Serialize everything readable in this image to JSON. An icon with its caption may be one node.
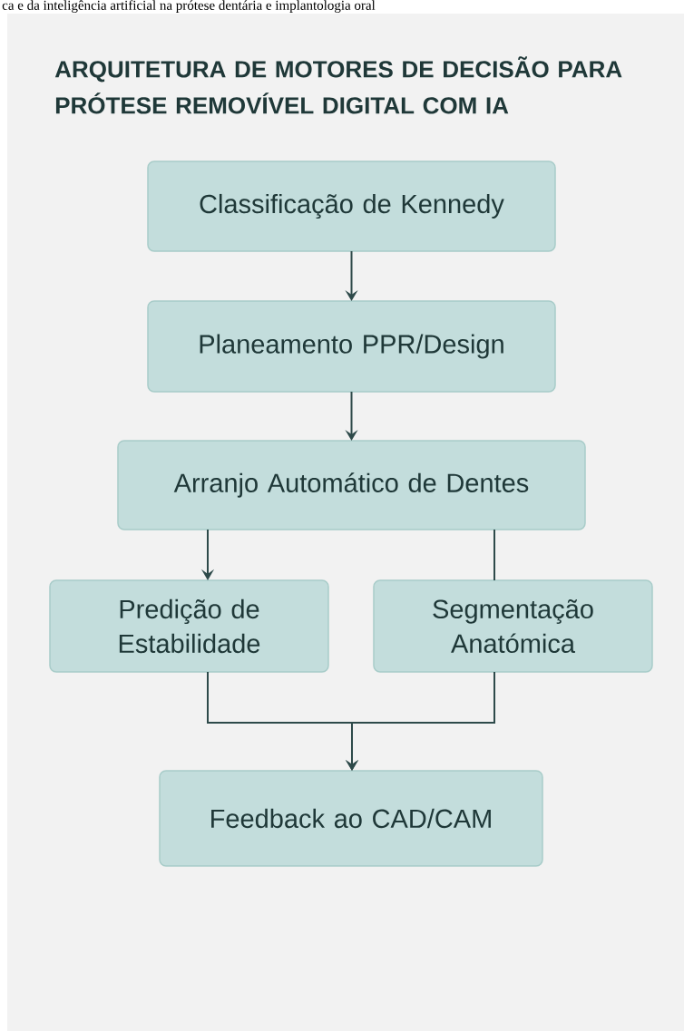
{
  "diagram": {
    "title": "ARQUITETURA DE MOTORES DE DECISÃO PARA PRÓTESE REMOVÍVEL DIGITAL COM IA",
    "nodes": [
      {
        "text": [
          "Classificação de Kennedy"
        ]
      },
      {
        "text": [
          "Planeamento PPR/Design"
        ]
      },
      {
        "text": [
          "Arranjo Automático de Dentes"
        ]
      },
      {
        "text": [
          "Predição de Estabilidade"
        ]
      },
      {
        "text": [
          "Segmentação Anatómica"
        ]
      },
      {
        "text": [
          "Feedback ao CAD/CAM"
        ]
      }
    ],
    "edges": [
      {
        "from": 0,
        "to": 1,
        "arrow": "to"
      },
      {
        "from": 1,
        "to": 2,
        "arrow": "to"
      },
      {
        "from": 2,
        "to": 3,
        "arrow": "to"
      },
      {
        "from": 2,
        "to": 4,
        "arrow": "none"
      },
      {
        "from": 3,
        "to": 5,
        "arrow": "to"
      },
      {
        "from": 4,
        "to": 5,
        "arrow": "to"
      }
    ],
    "labels": [
      "ca e da inteligência artificial na prótese dentária e implantologia oral"
    ]
  }
}
